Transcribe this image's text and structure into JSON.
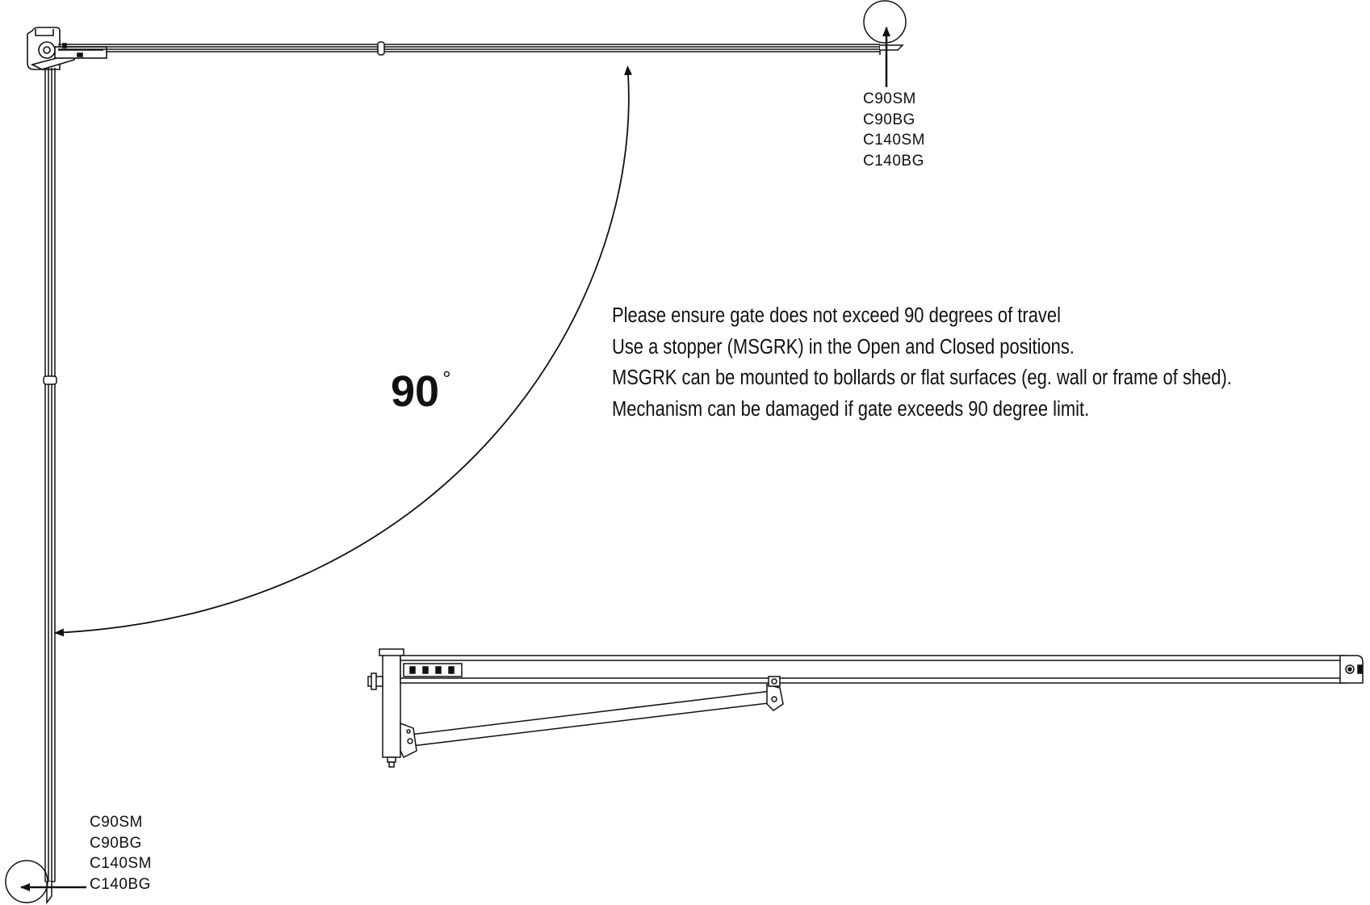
{
  "angle": {
    "value": "90",
    "unit": "°"
  },
  "model_codes_top": [
    "C90SM",
    "C90BG",
    "C140SM",
    "C140BG"
  ],
  "model_codes_bottom": [
    "C90SM",
    "C90BG",
    "C140SM",
    "C140BG"
  ],
  "notes": [
    "Please ensure gate does not exceed 90 degrees of travel",
    "Use a stopper (MSGRK) in the Open and Closed positions.",
    "MSGRK can be mounted to bollards or flat surfaces (eg. wall or frame of shed).",
    "Mechanism can be damaged if gate exceeds 90 degree limit."
  ],
  "colors": {
    "line": "#111111",
    "background": "#ffffff"
  }
}
